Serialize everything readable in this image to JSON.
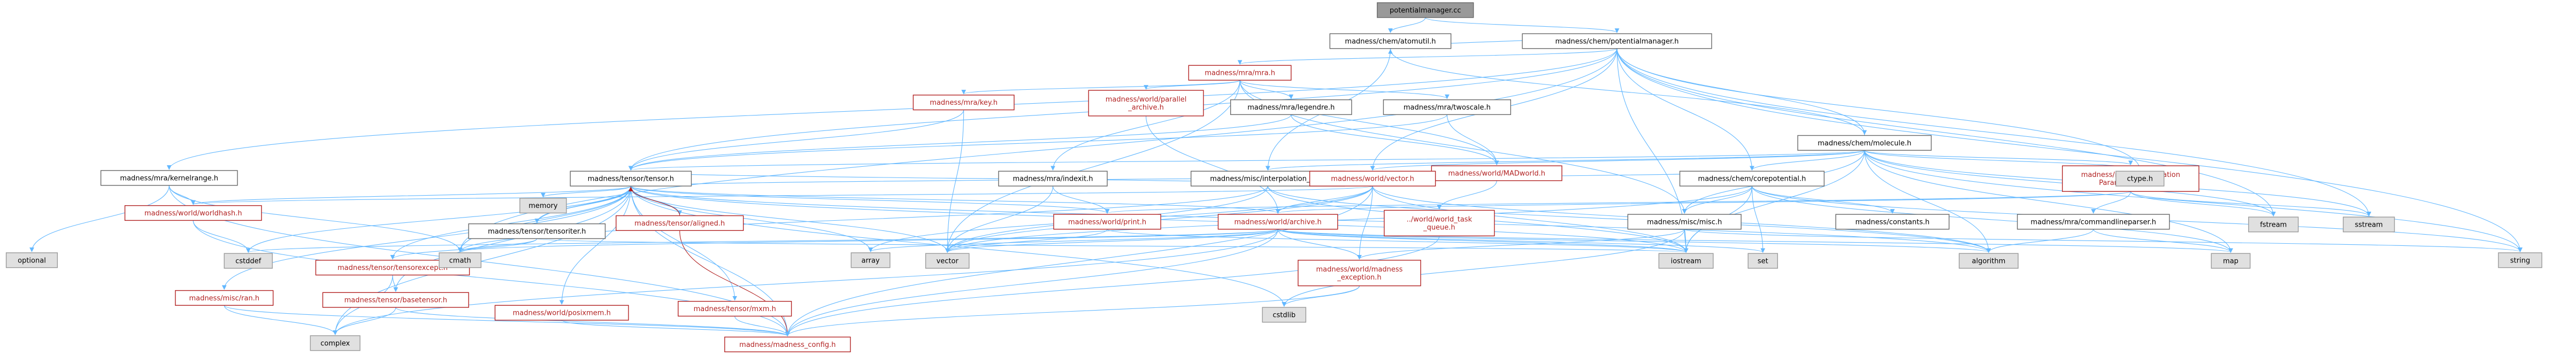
{
  "colors": {
    "edge": "#63b8ff",
    "edge_red": "#b22222",
    "text_red": "#b22222",
    "text_black": "#000000",
    "root_fill": "#999999",
    "root_border": "#666666",
    "box_fill": "#ffffff",
    "box_border": "#b22222",
    "leaf_fill": "#e0e0e0",
    "leaf_border": "#999999",
    "plain_border": "#666666"
  },
  "nodes": [
    {
      "id": "potentialmanager_cc",
      "label": "potentialmanager.cc",
      "style": "root"
    },
    {
      "id": "atomutil_h",
      "label": "madness/chem/atomutil.h",
      "style": "plain"
    },
    {
      "id": "potentialmanager_h",
      "label": "madness/chem/potentialmanager.h",
      "style": "plain"
    },
    {
      "id": "mra_h",
      "label": "madness/mra/mra.h",
      "style": "red"
    },
    {
      "id": "molecule_h",
      "label": "madness/chem/molecule.h",
      "style": "plain"
    },
    {
      "id": "kernelrange_h",
      "label": "madness/mra/kernelrange.h",
      "style": "plain"
    },
    {
      "id": "key_h",
      "label": "madness/mra/key.h",
      "style": "red"
    },
    {
      "id": "parallel_archive_h",
      "label": "madness/world/parallel\n_archive.h",
      "style": "red"
    },
    {
      "id": "legendre_h",
      "label": "madness/mra/legendre.h",
      "style": "plain"
    },
    {
      "id": "twoscale_h",
      "label": "madness/mra/twoscale.h",
      "style": "plain"
    },
    {
      "id": "indexit_h",
      "label": "madness/mra/indexit.h",
      "style": "plain"
    },
    {
      "id": "interpolation_1d_h",
      "label": "madness/misc/interpolation_1d.h",
      "style": "plain"
    },
    {
      "id": "madworld_h",
      "label": "madness/world/MADworld.h",
      "style": "red"
    },
    {
      "id": "vector_h",
      "label": "madness/world/vector.h",
      "style": "red"
    },
    {
      "id": "corepotential_h",
      "label": "madness/chem/corepotential.h",
      "style": "plain"
    },
    {
      "id": "qccalc_h",
      "label": "madness/mra/QCCalculation\nParametersBase.h",
      "style": "red"
    },
    {
      "id": "tensor_h",
      "label": "madness/tensor/tensor.h",
      "style": "plain"
    },
    {
      "id": "worldhash_h",
      "label": "madness/world/worldhash.h",
      "style": "red"
    },
    {
      "id": "tensoriter_h",
      "label": "madness/tensor/tensoriter.h",
      "style": "plain"
    },
    {
      "id": "aligned_h",
      "label": "madness/tensor/aligned.h",
      "style": "red"
    },
    {
      "id": "print_h",
      "label": "madness/world/print.h",
      "style": "red"
    },
    {
      "id": "archive_h",
      "label": "madness/world/archive.h",
      "style": "red"
    },
    {
      "id": "world_task_queue_h",
      "label": "../world/world_task\n_queue.h",
      "style": "red"
    },
    {
      "id": "misc_h",
      "label": "madness/misc/misc.h",
      "style": "plain"
    },
    {
      "id": "constants_h",
      "label": "madness/constants.h",
      "style": "plain"
    },
    {
      "id": "commandlineparser_h",
      "label": "madness/mra/commandlineparser.h",
      "style": "plain"
    },
    {
      "id": "tensorexcept_h",
      "label": "madness/tensor/tensorexcept.h",
      "style": "red"
    },
    {
      "id": "basetensor_h",
      "label": "madness/tensor/basetensor.h",
      "style": "red"
    },
    {
      "id": "madness_exception_h",
      "label": "madness/world/madness\n_exception.h",
      "style": "red"
    },
    {
      "id": "misc_ran_h",
      "label": "madness/misc/ran.h",
      "style": "red"
    },
    {
      "id": "posixmem_h",
      "label": "madness/world/posixmem.h",
      "style": "red"
    },
    {
      "id": "mxm_h",
      "label": "madness/tensor/mxm.h",
      "style": "red"
    },
    {
      "id": "madness_config_h",
      "label": "madness/madness_config.h",
      "style": "red"
    },
    {
      "id": "ctype_h",
      "label": "ctype.h",
      "style": "leaf"
    },
    {
      "id": "fstream",
      "label": "fstream",
      "style": "leaf"
    },
    {
      "id": "sstream",
      "label": "sstream",
      "style": "leaf"
    },
    {
      "id": "optional",
      "label": "optional",
      "style": "leaf"
    },
    {
      "id": "cstddef",
      "label": "cstddef",
      "style": "leaf"
    },
    {
      "id": "memory",
      "label": "memory",
      "style": "leaf"
    },
    {
      "id": "cmath",
      "label": "cmath",
      "style": "leaf"
    },
    {
      "id": "array",
      "label": "array",
      "style": "leaf"
    },
    {
      "id": "vector",
      "label": "vector",
      "style": "leaf"
    },
    {
      "id": "iostream",
      "label": "iostream",
      "style": "leaf"
    },
    {
      "id": "set",
      "label": "set",
      "style": "leaf"
    },
    {
      "id": "algorithm",
      "label": "algorithm",
      "style": "leaf"
    },
    {
      "id": "map",
      "label": "map",
      "style": "leaf"
    },
    {
      "id": "string",
      "label": "string",
      "style": "leaf"
    },
    {
      "id": "cstdlib",
      "label": "cstdlib",
      "style": "leaf"
    },
    {
      "id": "complex",
      "label": "complex",
      "style": "leaf"
    }
  ],
  "edges": [
    [
      "potentialmanager_cc",
      "atomutil_h"
    ],
    [
      "potentialmanager_cc",
      "potentialmanager_h"
    ],
    [
      "atomutil_h",
      "interpolation_1d_h"
    ],
    [
      "potentialmanager_h",
      "mra_h"
    ],
    [
      "potentialmanager_h",
      "molecule_h"
    ],
    [
      "potentialmanager_h",
      "kernelrange_h"
    ],
    [
      "potentialmanager_h",
      "corepotential_h"
    ],
    [
      "potentialmanager_h",
      "atomutil_h"
    ],
    [
      "potentialmanager_h",
      "tensor_h"
    ],
    [
      "potentialmanager_h",
      "vector_h"
    ],
    [
      "potentialmanager_h",
      "ctype_h"
    ],
    [
      "potentialmanager_h",
      "sstream"
    ],
    [
      "potentialmanager_h",
      "iostream"
    ],
    [
      "potentialmanager_h",
      "string"
    ],
    [
      "potentialmanager_h",
      "fstream"
    ],
    [
      "potentialmanager_h",
      "cmath"
    ],
    [
      "mra_h",
      "key_h"
    ],
    [
      "mra_h",
      "parallel_archive_h"
    ],
    [
      "mra_h",
      "legendre_h"
    ],
    [
      "mra_h",
      "twoscale_h"
    ],
    [
      "mra_h",
      "indexit_h"
    ],
    [
      "mra_h",
      "madworld_h"
    ],
    [
      "mra_h",
      "misc_h"
    ],
    [
      "mra_h",
      "vector"
    ],
    [
      "molecule_h",
      "corepotential_h"
    ],
    [
      "molecule_h",
      "atomutil_h"
    ],
    [
      "molecule_h",
      "qccalc_h"
    ],
    [
      "molecule_h",
      "tensor_h"
    ],
    [
      "molecule_h",
      "vector_h"
    ],
    [
      "molecule_h",
      "misc_h"
    ],
    [
      "molecule_h",
      "ctype_h"
    ],
    [
      "molecule_h",
      "fstream"
    ],
    [
      "molecule_h",
      "sstream"
    ],
    [
      "molecule_h",
      "algorithm"
    ],
    [
      "molecule_h",
      "iostream"
    ],
    [
      "molecule_h",
      "map"
    ],
    [
      "molecule_h",
      "string"
    ],
    [
      "molecule_h",
      "interpolation_1d_h"
    ],
    [
      "kernelrange_h",
      "worldhash_h"
    ],
    [
      "kernelrange_h",
      "cmath"
    ],
    [
      "kernelrange_h",
      "optional"
    ],
    [
      "kernelrange_h",
      "madness_config_h"
    ],
    [
      "key_h",
      "tensor_h"
    ],
    [
      "key_h",
      "vector"
    ],
    [
      "parallel_archive_h",
      "archive_h"
    ],
    [
      "legendre_h",
      "tensor_h"
    ],
    [
      "legendre_h",
      "madworld_h"
    ],
    [
      "twoscale_h",
      "tensor_h"
    ],
    [
      "twoscale_h",
      "madworld_h"
    ],
    [
      "indexit_h",
      "vector"
    ],
    [
      "indexit_h",
      "print_h"
    ],
    [
      "interpolation_1d_h",
      "vector"
    ],
    [
      "interpolation_1d_h",
      "iostream"
    ],
    [
      "interpolation_1d_h",
      "algorithm"
    ],
    [
      "interpolation_1d_h",
      "cmath"
    ],
    [
      "madworld_h",
      "world_task_queue_h"
    ],
    [
      "vector_h",
      "madness_config_h"
    ],
    [
      "vector_h",
      "madness_exception_h"
    ],
    [
      "vector_h",
      "worldhash_h"
    ],
    [
      "vector_h",
      "archive_h"
    ],
    [
      "vector_h",
      "vector"
    ],
    [
      "vector_h",
      "array"
    ],
    [
      "vector_h",
      "iostream"
    ],
    [
      "vector_h",
      "algorithm"
    ],
    [
      "corepotential_h",
      "tensor_h"
    ],
    [
      "corepotential_h",
      "misc_h"
    ],
    [
      "corepotential_h",
      "constants_h"
    ],
    [
      "corepotential_h",
      "vector"
    ],
    [
      "corepotential_h",
      "string"
    ],
    [
      "corepotential_h",
      "map"
    ],
    [
      "corepotential_h",
      "set"
    ],
    [
      "corepotential_h",
      "iostream"
    ],
    [
      "qccalc_h",
      "commandlineparser_h"
    ],
    [
      "qccalc_h",
      "archive_h"
    ],
    [
      "qccalc_h",
      "print_h"
    ],
    [
      "qccalc_h",
      "fstream"
    ],
    [
      "qccalc_h",
      "sstream"
    ],
    [
      "commandlineparser_h",
      "map"
    ],
    [
      "commandlineparser_h",
      "algorithm"
    ],
    [
      "tensor_h",
      "madness_config_h"
    ],
    [
      "tensor_h",
      "misc_ran_h"
    ],
    [
      "tensor_h",
      "aligned_h"
    ],
    [
      "tensor_h",
      "posixmem_h"
    ],
    [
      "tensor_h",
      "mxm_h"
    ],
    [
      "tensor_h",
      "tensoriter_h"
    ],
    [
      "tensor_h",
      "tensorexcept_h"
    ],
    [
      "tensor_h",
      "basetensor_h"
    ],
    [
      "tensor_h",
      "worldhash_h"
    ],
    [
      "tensor_h",
      "archive_h"
    ],
    [
      "tensor_h",
      "print_h"
    ],
    [
      "tensor_h",
      "vector_h"
    ],
    [
      "tensor_h",
      "memory"
    ],
    [
      "tensor_h",
      "complex"
    ],
    [
      "tensor_h",
      "vector"
    ],
    [
      "tensor_h",
      "cmath"
    ],
    [
      "tensor_h",
      "cstdlib"
    ],
    [
      "tensor_h",
      "cstddef"
    ],
    [
      "tensor_h",
      "iostream"
    ],
    [
      "tensor_h",
      "algorithm"
    ],
    [
      "tensor_h",
      "array"
    ],
    [
      "worldhash_h",
      "madness_config_h"
    ],
    [
      "worldhash_h",
      "cstddef"
    ],
    [
      "tensoriter_h",
      "tensor_h"
    ],
    [
      "tensoriter_h",
      "tensorexcept_h"
    ],
    [
      "tensoriter_h",
      "iostream"
    ],
    [
      "tensoriter_h",
      "cmath"
    ],
    [
      "aligned_h",
      "tensor_h"
    ],
    [
      "aligned_h",
      "madness_config_h"
    ],
    [
      "print_h",
      "vector"
    ],
    [
      "print_h",
      "iostream"
    ],
    [
      "archive_h",
      "madness_config_h"
    ],
    [
      "archive_h",
      "madness_exception_h"
    ],
    [
      "archive_h",
      "cstddef"
    ],
    [
      "archive_h",
      "array"
    ],
    [
      "archive_h",
      "vector"
    ],
    [
      "archive_h",
      "iostream"
    ],
    [
      "archive_h",
      "set"
    ],
    [
      "archive_h",
      "algorithm"
    ],
    [
      "archive_h",
      "map"
    ],
    [
      "archive_h",
      "complex"
    ],
    [
      "archive_h",
      "cmath"
    ],
    [
      "world_task_queue_h",
      "madness_config_h"
    ],
    [
      "misc_h",
      "madness_exception_h"
    ],
    [
      "misc_h",
      "iostream"
    ],
    [
      "misc_h",
      "string"
    ],
    [
      "misc_h",
      "cstdlib"
    ],
    [
      "tensorexcept_h",
      "basetensor_h"
    ],
    [
      "tensorexcept_h",
      "complex"
    ],
    [
      "basetensor_h",
      "madness_config_h"
    ],
    [
      "basetensor_h",
      "complex"
    ],
    [
      "madness_exception_h",
      "madness_config_h"
    ],
    [
      "madness_exception_h",
      "cstdlib"
    ],
    [
      "misc_ran_h",
      "complex"
    ],
    [
      "misc_ran_h",
      "madness_config_h"
    ],
    [
      "posixmem_h",
      "madness_config_h"
    ],
    [
      "mxm_h",
      "madness_config_h"
    ]
  ]
}
